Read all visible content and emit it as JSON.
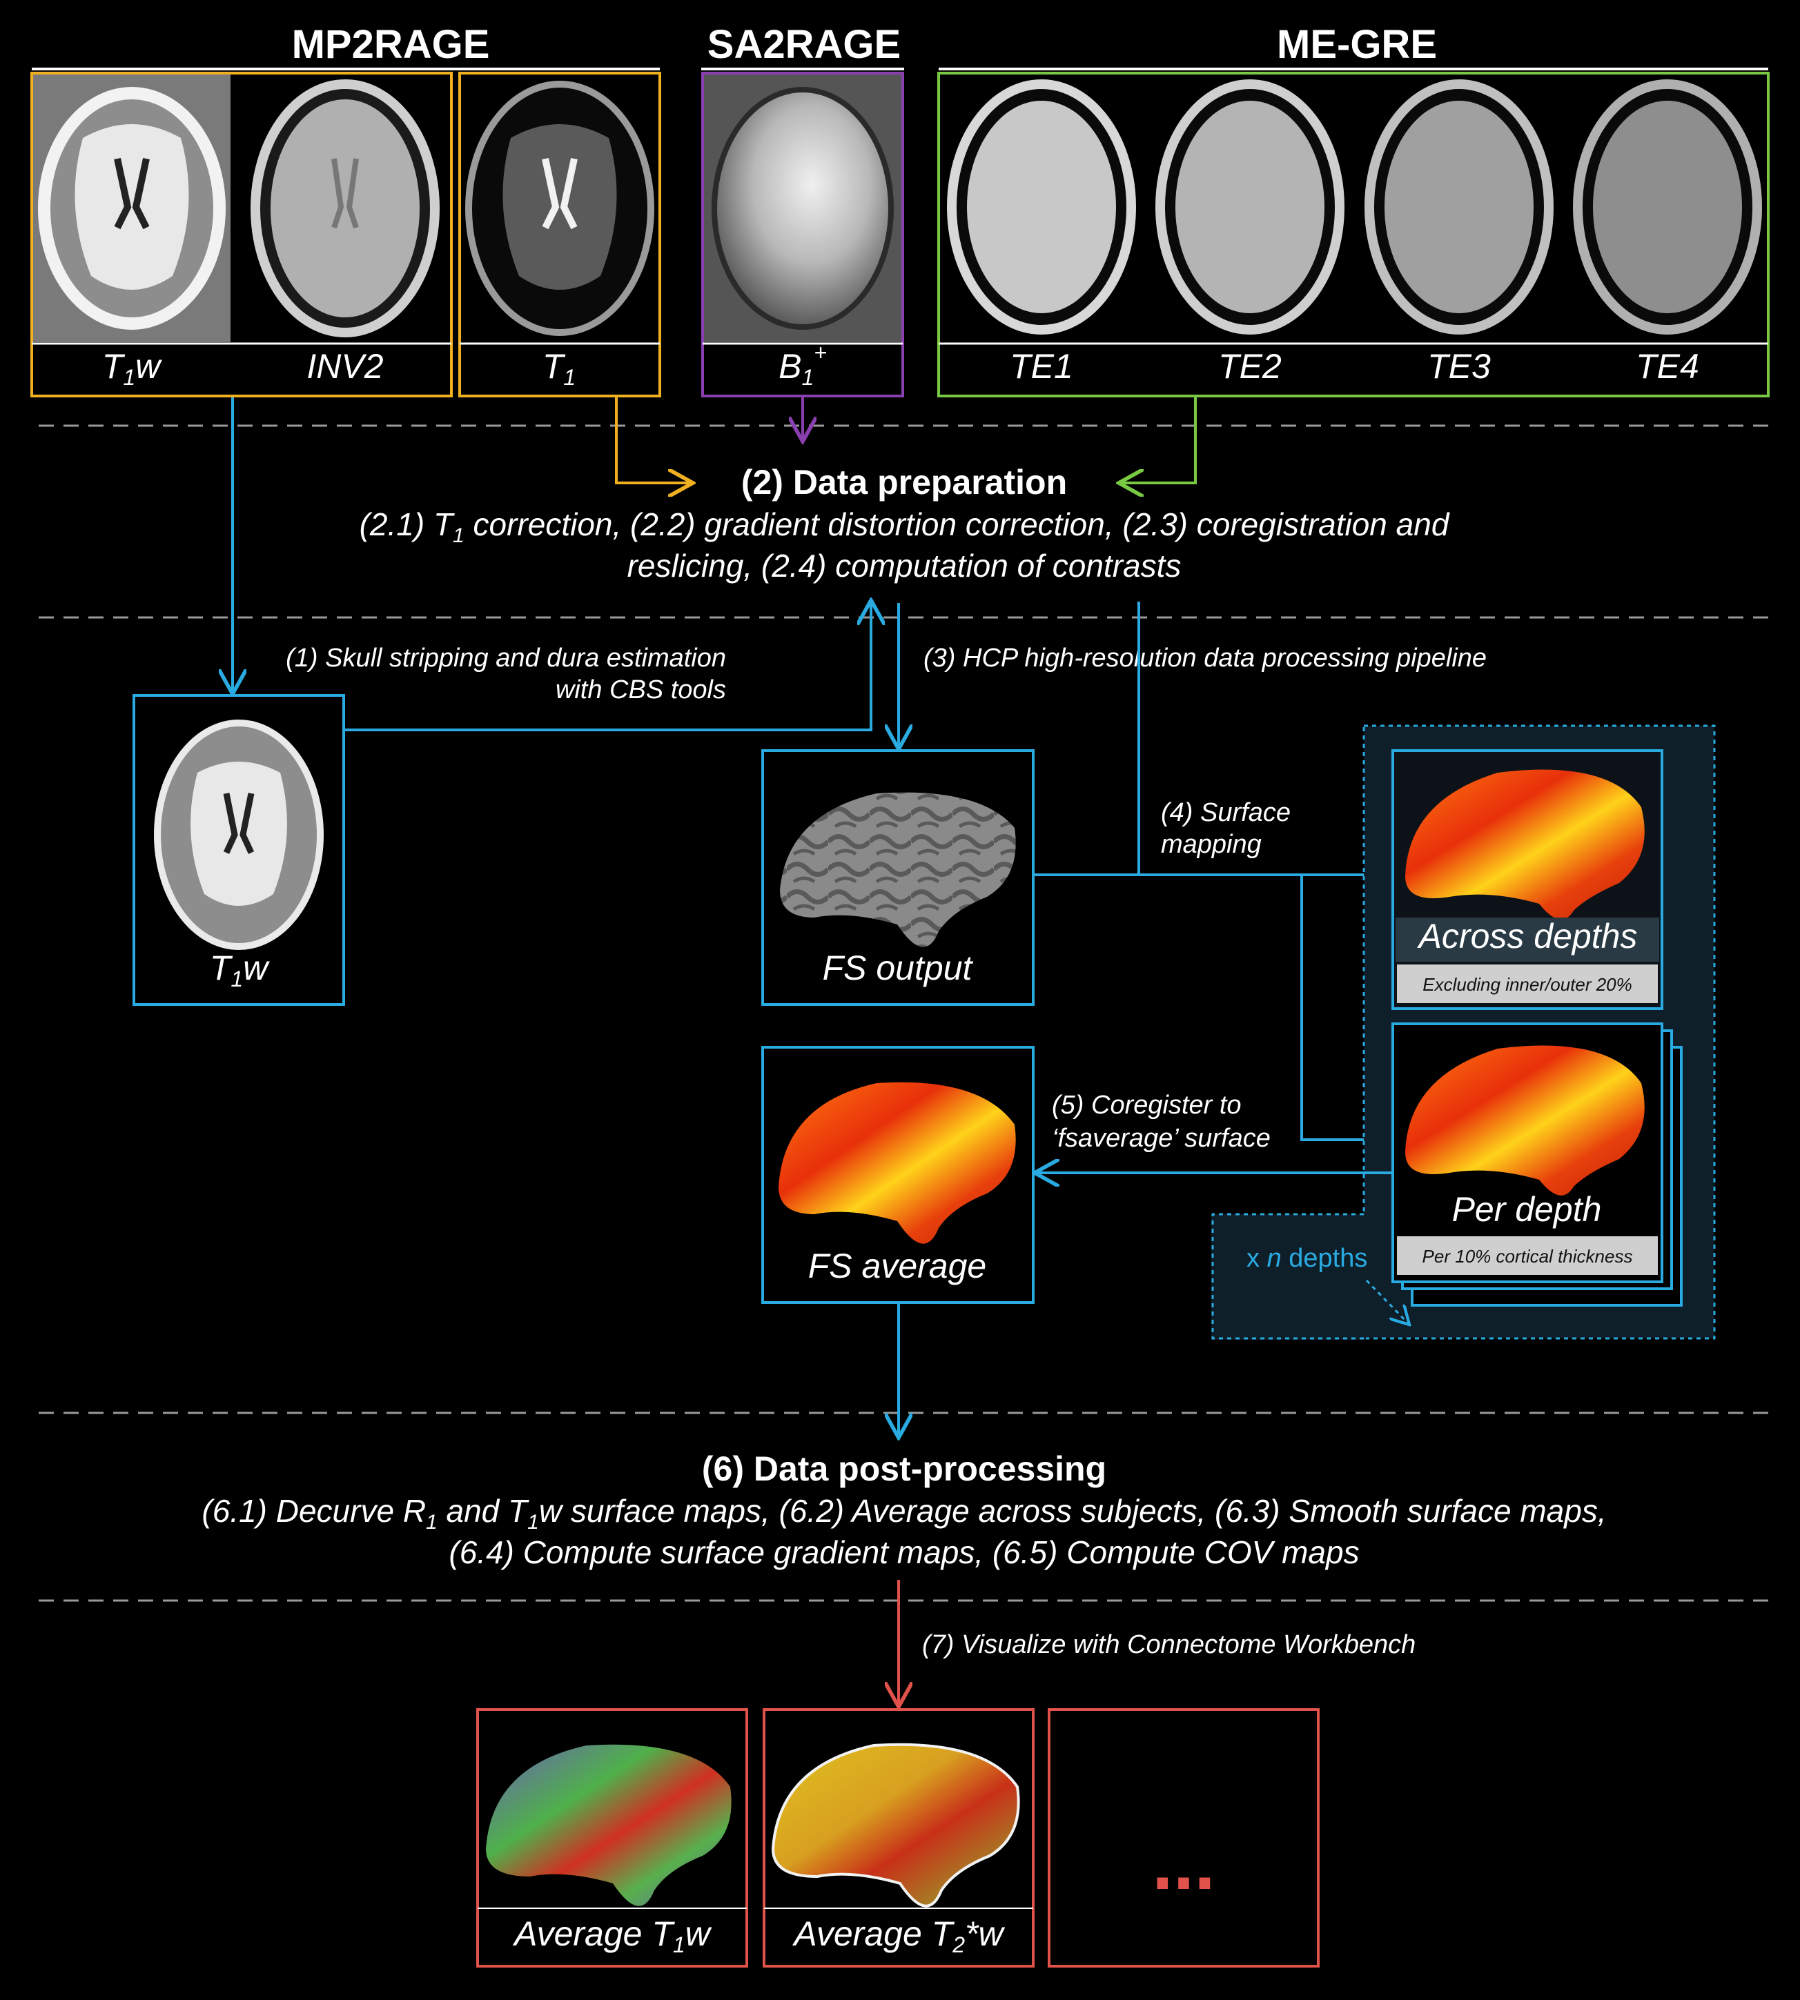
{
  "groups": {
    "mp2rage": "MP2RAGE",
    "sa2rage": "SA2RAGE",
    "megre": "ME-GRE"
  },
  "images": {
    "t1w_base": "T",
    "t1w_sub": "1",
    "t1w_suffix": "w",
    "inv2": "INV2",
    "t1_base": "T",
    "t1_sub": "1",
    "b1_base": "B",
    "b1_sub": "1",
    "b1_sup": "+",
    "te1": "TE1",
    "te2": "TE2",
    "te3": "TE3",
    "te4": "TE4"
  },
  "steps": {
    "prep_title": "(2) Data preparation",
    "prep_line1_a": "(2.1) T",
    "prep_line1_sub": "1",
    "prep_line1_b": " correction, (2.2) gradient distortion correction, (2.3) coregistration and",
    "prep_line2": "reslicing, (2.4) computation of contrasts",
    "skull_line1": "(1) Skull stripping and dura estimation",
    "skull_line2": "with CBS tools",
    "hcp": "(3) HCP high-resolution data processing pipeline",
    "surface_line1": "(4) Surface",
    "surface_line2": "mapping",
    "coreg_line1": "(5) Coregister to",
    "coreg_line2": "‘fsaverage’ surface",
    "post_title": "(6) Data post-processing",
    "post_line1_a": "(6.1) Decurve R",
    "post_line1_sub1": "1",
    "post_line1_b": " and T",
    "post_line1_sub2": "1",
    "post_line1_c": "w surface maps, (6.2) Average across subjects, (6.3) Smooth surface maps,",
    "post_line2": "(6.4) Compute surface gradient maps, (6.5) Compute COV maps",
    "visualize": "(7) Visualize with  Connectome  Workbench"
  },
  "boxes": {
    "stripped_base": "T",
    "stripped_sub": "1",
    "stripped_suffix": "w",
    "fs_output": "FS output",
    "fs_average": "FS average",
    "across_depths": "Across depths",
    "across_note": "Excluding inner/outer 20%",
    "per_depth": "Per depth",
    "per_note": "Per 10% cortical thickness",
    "n_depths_a": "x ",
    "n_depths_n": "n",
    "n_depths_b": " depths",
    "avg_t1w_a": "Average T",
    "avg_t1w_sub": "1",
    "avg_t1w_b": "w",
    "avg_t2w_a": "Average T",
    "avg_t2w_sub": "2",
    "avg_t2w_b": "*w",
    "ellipsis": "..."
  },
  "colors": {
    "mp2rage": "#f0b020",
    "sa2rage": "#8a3fb0",
    "megre": "#7ac943",
    "process": "#29abe2",
    "visual": "#e0524a",
    "dashed": "#9a9a9a"
  }
}
